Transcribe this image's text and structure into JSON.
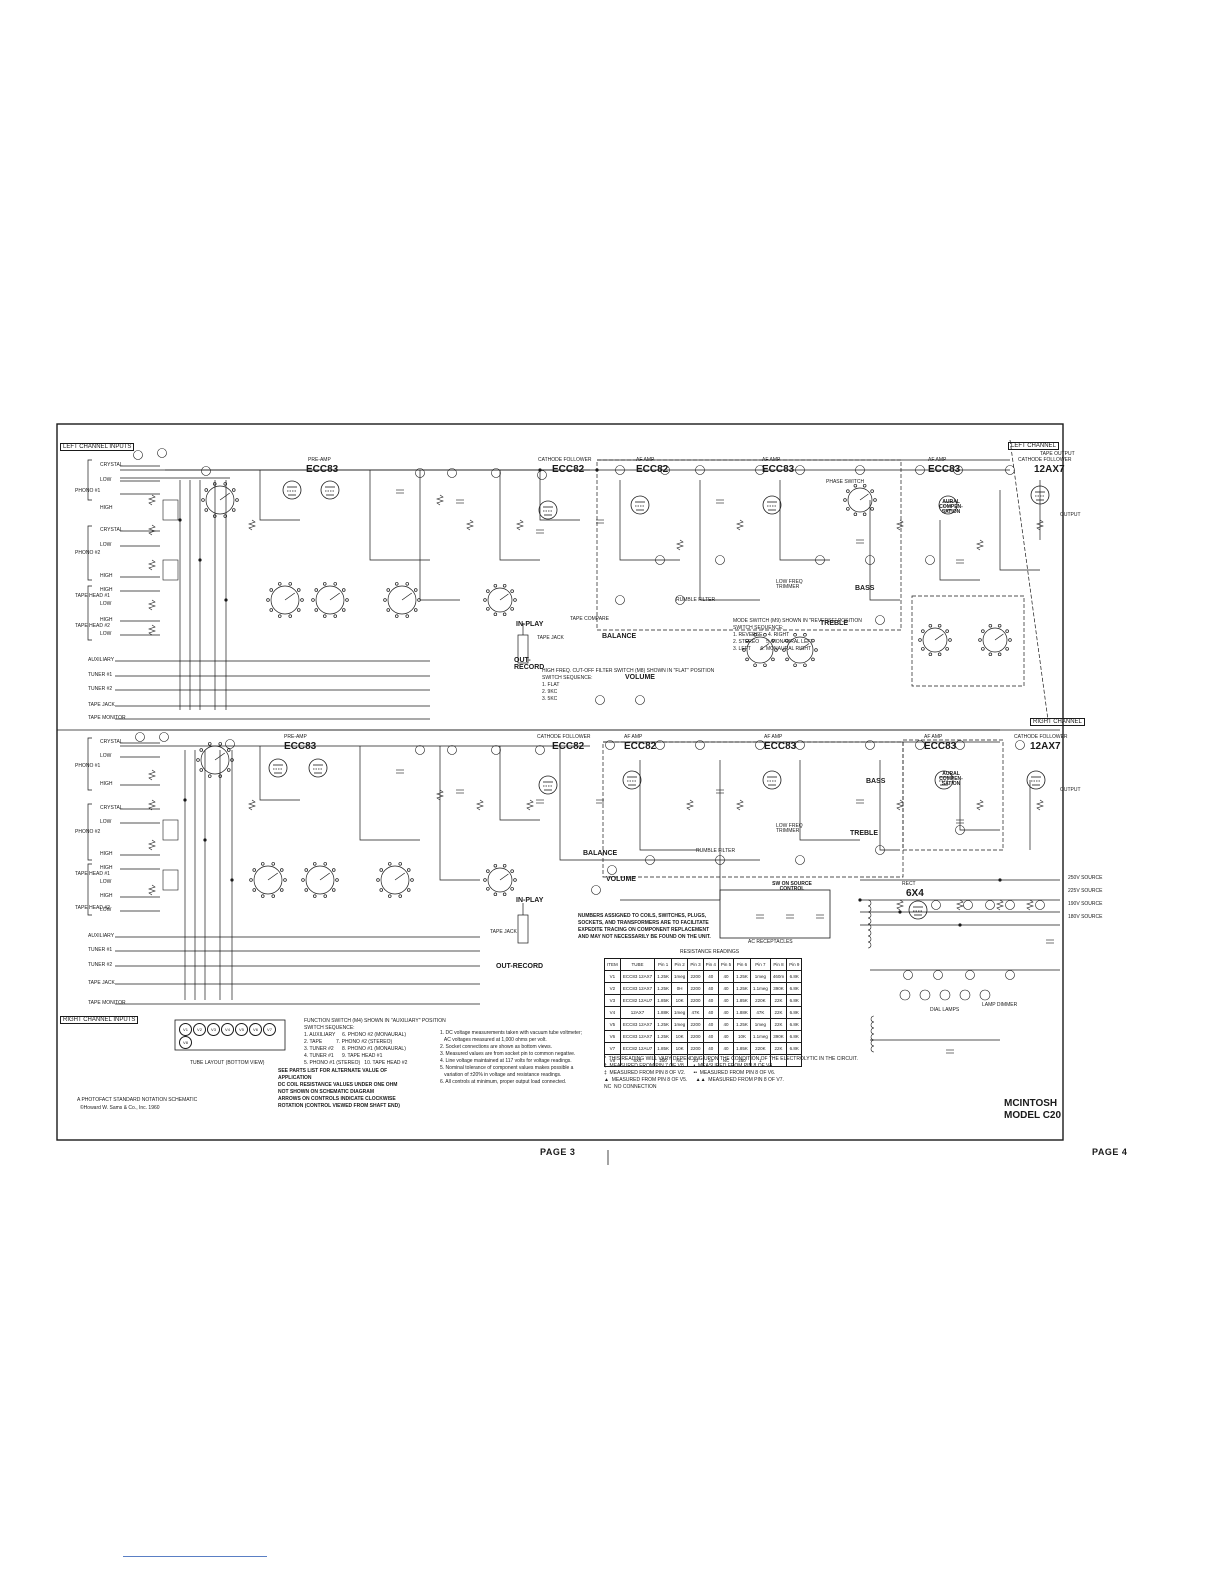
{
  "corner_labels": {
    "left_channel_inputs": "LEFT CHANNEL INPUTS",
    "right_channel_inputs": "RIGHT CHANNEL INPUTS",
    "left_channel": "LEFT CHANNEL",
    "right_channel": "RIGHT CHANNEL",
    "tape_output": "TAPE OUTPUT"
  },
  "inputs_left": [
    "CRYSTAL",
    "LOW",
    "HIGH",
    "CRYSTAL",
    "LOW",
    "HIGH",
    "HIGH",
    "LOW",
    "HIGH",
    "LOW"
  ],
  "inputs_right": [
    "CRYSTAL",
    "LOW",
    "HIGH",
    "CRYSTAL",
    "LOW",
    "HIGH",
    "HIGH",
    "LOW",
    "HIGH",
    "LOW"
  ],
  "aux_inputs": [
    "AUXILIARY",
    "TUNER #1",
    "TUNER #2",
    "TAPE JACK",
    "TAPE MONITOR"
  ],
  "input_groups": [
    "PHONO #1",
    "PHONO #2",
    "TAPE HEAD #1",
    "TAPE HEAD #2"
  ],
  "stages_top": [
    {
      "title": "PRE-AMP",
      "tube": "ECC83"
    },
    {
      "title": "CATHODE FOLLOWER",
      "tube": "ECC82"
    },
    {
      "title": "AF AMP",
      "tube": "ECC82"
    },
    {
      "title": "AF AMP",
      "tube": "ECC83"
    },
    {
      "title": "AF AMP",
      "tube": "ECC83"
    },
    {
      "title": "CATHODE FOLLOWER",
      "tube": "12AX7"
    }
  ],
  "stages_bottom": [
    {
      "title": "PRE-AMP",
      "tube": "ECC83"
    },
    {
      "title": "CATHODE FOLLOWER",
      "tube": "ECC82"
    },
    {
      "title": "AF AMP",
      "tube": "ECC82"
    },
    {
      "title": "AF AMP",
      "tube": "ECC83"
    },
    {
      "title": "AF AMP",
      "tube": "ECC83"
    },
    {
      "title": "CATHODE FOLLOWER",
      "tube": "12AX7"
    }
  ],
  "rectifier": {
    "title": "RECT",
    "tube": "6X4"
  },
  "control_labels": {
    "balance": "BALANCE",
    "volume": "VOLUME",
    "bass": "BASS",
    "treble": "TREBLE",
    "low_freq_trimmer": "LOW FREQ TRIMMER",
    "rumble_filter": "RUMBLE FILTER",
    "phase_switch": "PHASE SWITCH",
    "aural_compensation": "AURAL COMPEN-SATION",
    "in_play": "IN-PLAY",
    "out_record": "OUT-RECORD",
    "tape_jack": "TAPE JACK",
    "tape_compare": "TAPE COMPARE",
    "output": "OUTPUT",
    "ac_receptacles": "AC RECEPTACLES",
    "sw_on_source_control": "SW ON SOURCE CONTROL",
    "lamp_dimmer": "LAMP DIMMER",
    "dial_lamps": "DIAL LAMPS"
  },
  "power_sources": [
    "250V SOURCE",
    "225V SOURCE",
    "190V SOURCE",
    "180V SOURCE"
  ],
  "mode_switch_note": "MODE SWITCH (M9) SHOWN IN \"REVERSE\" POSITION\nSWITCH SEQUENCE:\n1. REVERSE    4. RIGHT\n2. STEREO     5. MONAURAL LEFT\n3. LEFT       6. MONAURAL RIGHT",
  "filter_switch_note": "HIGH FREQ. CUT-OFF FILTER SWITCH (M8) SHOWN IN \"FLAT\" POSITION\nSWITCH SEQUENCE:\n1. FLAT\n2. 9KC\n3. 5KC",
  "function_switch_note": "FUNCTION SWITCH (M4) SHOWN IN \"AUXILIARY\" POSITION\nSWITCH SEQUENCE:\n1. AUXILIARY     6. PHONO #2 (MONAURAL)\n2. TAPE          7. PHONO #2 (STEREO)\n3. TUNER #2      8. PHONO #1 (MONAURAL)\n4. TUNER #1      9. TAPE HEAD #1\n5. PHONO #1 (STEREO)   10. TAPE HEAD #2",
  "numbered_notes": "1. DC voltage measurements taken with vacuum tube voltmeter;\n   AC voltages measured at 1,000 ohms per volt.\n2. Socket connections are shown as bottom views.\n3. Measured values are from socket pin to common negative.\n4. Line voltage maintained at 117 volts for voltage readings.\n5. Nominal tolerance of component values makes possible a\n   variation of ±20% in voltage and resistance readings.\n6. All controls at minimum, proper output load connected.",
  "numbers_note": "NUMBERS ASSIGNED TO COILS, SWITCHES, PLUGS, SOCKETS, AND TRANSFORMERS ARE TO FACILITATE EXPEDITE TRACING ON COMPONENT REPLACEMENT AND MAY NOT NECESSARILY BE FOUND ON THE UNIT.",
  "parts_note": "SEE PARTS LIST FOR ALTERNATE VALUE OF APPLICATION",
  "dc_note": "DC COIL RESISTANCE VALUES UNDER ONE OHM NOT SHOWN ON SCHEMATIC DIAGRAM",
  "arrows_note": "ARROWS ON CONTROLS INDICATE CLOCKWISE ROTATION (CONTROL VIEWED FROM SHAFT END)",
  "tube_layout_caption": "TUBE LAYOUT (BOTTOM VIEW)",
  "tube_layout_ids": [
    "V8",
    "V1",
    "V2",
    "V3",
    "V4",
    "V5",
    "V6",
    "V7"
  ],
  "resistance_table": {
    "title": "RESISTANCE READINGS",
    "headers": [
      "ITEM",
      "TUBE",
      "Pin 1",
      "Pin 2",
      "Pin 3",
      "Pin 4",
      "Pin 5",
      "Pin 6",
      "Pin 7",
      "Pin 8",
      "Pin 9"
    ],
    "rows": [
      [
        "V1",
        "ECC83 12AX7",
        "1.25K",
        "1meg",
        "2200",
        "40",
        "40",
        "1.25K",
        "1meg",
        "460m",
        "6.8K"
      ],
      [
        "V2",
        "ECC83 12AX7",
        "1.25K",
        "0H",
        "2200",
        "40",
        "40",
        "1.25K",
        "1.1meg",
        "390K",
        "6.8K"
      ],
      [
        "V3",
        "ECC82 12AU7",
        "1.85K",
        "10K",
        "2200",
        "40",
        "40",
        "1.85K",
        "220K",
        "22K",
        "6.8K"
      ],
      [
        "V4",
        "12AX7",
        "1.88K",
        "1meg",
        "47K",
        "40",
        "40",
        "1.88K",
        "47K",
        "22K",
        "6.8K"
      ],
      [
        "V5",
        "ECC83 12AX7",
        "1.25K",
        "1meg",
        "2200",
        "40",
        "40",
        "1.25K",
        "1meg",
        "22K",
        "6.8K"
      ],
      [
        "V6",
        "ECC83 12AX7",
        "1.25K",
        "10K",
        "2200",
        "40",
        "40",
        "10K",
        "1.1meg",
        "390K",
        "6.8K"
      ],
      [
        "V7",
        "ECC82 12AU7",
        "1.85K",
        "10K",
        "2200",
        "40",
        "40",
        "1.85K",
        "220K",
        "22K",
        "6.8K"
      ],
      [
        "V8",
        "6X4",
        "250",
        "NC",
        "20",
        "20",
        "NC",
        "250",
        "1",
        "",
        ""
      ]
    ]
  },
  "legend_notes": "*  THIS READING WILL VARY DEPENDING UPON THE CONDITION OF THE ELECTROLYTIC IN THE CIRCUIT.\n†  MEASURED FROM PIN 7 OF V8.      •  MEASURED FROM PIN 8 OF V4.\n‡  MEASURED FROM PIN 8 OF V2.      ••  MEASURED FROM PIN 8 OF V6.\n▲  MEASURED FROM PIN 8 OF V5.      ▲▲  MEASURED FROM PIN 8 OF V7.\nNC  NO CONNECTION",
  "photofact": "A PHOTOFACT STANDARD NOTATION SCHEMATIC",
  "copyright": "©Howard W. Sams & Co., Inc. 1960",
  "model_title": "MCINTOSH",
  "model_name": "MODEL C20",
  "page_left": "PAGE 3",
  "page_right": "PAGE 4",
  "colors": {
    "ink": "#1a1a1a",
    "paper": "#ffffff"
  }
}
